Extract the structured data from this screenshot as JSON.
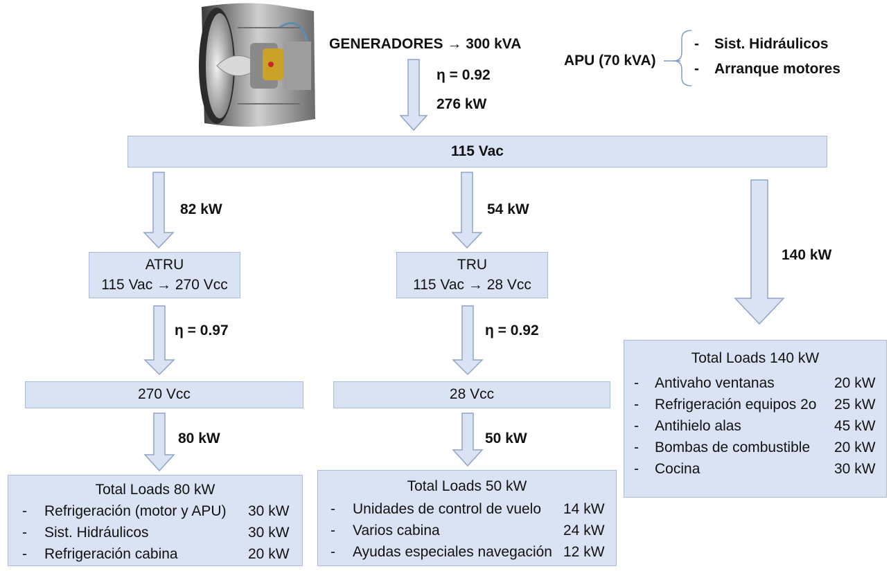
{
  "generators": {
    "label": "GENERADORES → 300 kVA",
    "eta": "η = 0.92",
    "power": "276 kW"
  },
  "apu": {
    "label": "APU (70 kVA)",
    "items": [
      "Sist. Hidráulicos",
      "Arranque motores"
    ]
  },
  "bus_ac": {
    "label": "115 Vac"
  },
  "branches": {
    "atru": {
      "in_power": "82 kW",
      "title": "ATRU",
      "conversion": "115 Vac → 270 Vcc",
      "eta": "η = 0.97",
      "bus": "270 Vcc",
      "out_power": "80 kW"
    },
    "tru": {
      "in_power": "54 kW",
      "title": "TRU",
      "conversion": "115 Vac → 28 Vcc",
      "eta": "η = 0.92",
      "bus": "28 Vcc",
      "out_power": "50 kW"
    },
    "ac": {
      "in_power": "140 kW"
    }
  },
  "loads_atru": {
    "title": "Total Loads 80 kW",
    "items": [
      {
        "name": "Refrigeración (motor y APU)",
        "value": "30 kW"
      },
      {
        "name": "Sist. Hidráulicos",
        "value": "30 kW"
      },
      {
        "name": "Refrigeración cabina",
        "value": "20 kW"
      }
    ]
  },
  "loads_tru": {
    "title": "Total Loads 50 kW",
    "items": [
      {
        "name": "Unidades de control de vuelo",
        "value": "14 kW"
      },
      {
        "name": "Varios cabina",
        "value": "24 kW"
      },
      {
        "name": "Ayudas especiales navegación",
        "value": "12 kW"
      }
    ]
  },
  "loads_ac": {
    "title": "Total Loads  140 kW",
    "items": [
      {
        "name": "Antivaho ventanas",
        "value": "20 kW"
      },
      {
        "name": "Refrigeración equipos 2o",
        "value": "25 kW"
      },
      {
        "name": "Antihielo alas",
        "value": "45 kW"
      },
      {
        "name": "Bombas de combustible",
        "value": "20 kW"
      },
      {
        "name": "Cocina",
        "value": "30 kW"
      }
    ]
  },
  "list_dash": "-",
  "colors": {
    "box_fill": "#dae3f3",
    "box_stroke": "#a9bbd9",
    "arrow_fill": "#dae3f3",
    "arrow_stroke": "#8ea4c8",
    "brace": "#7f9cc9"
  }
}
